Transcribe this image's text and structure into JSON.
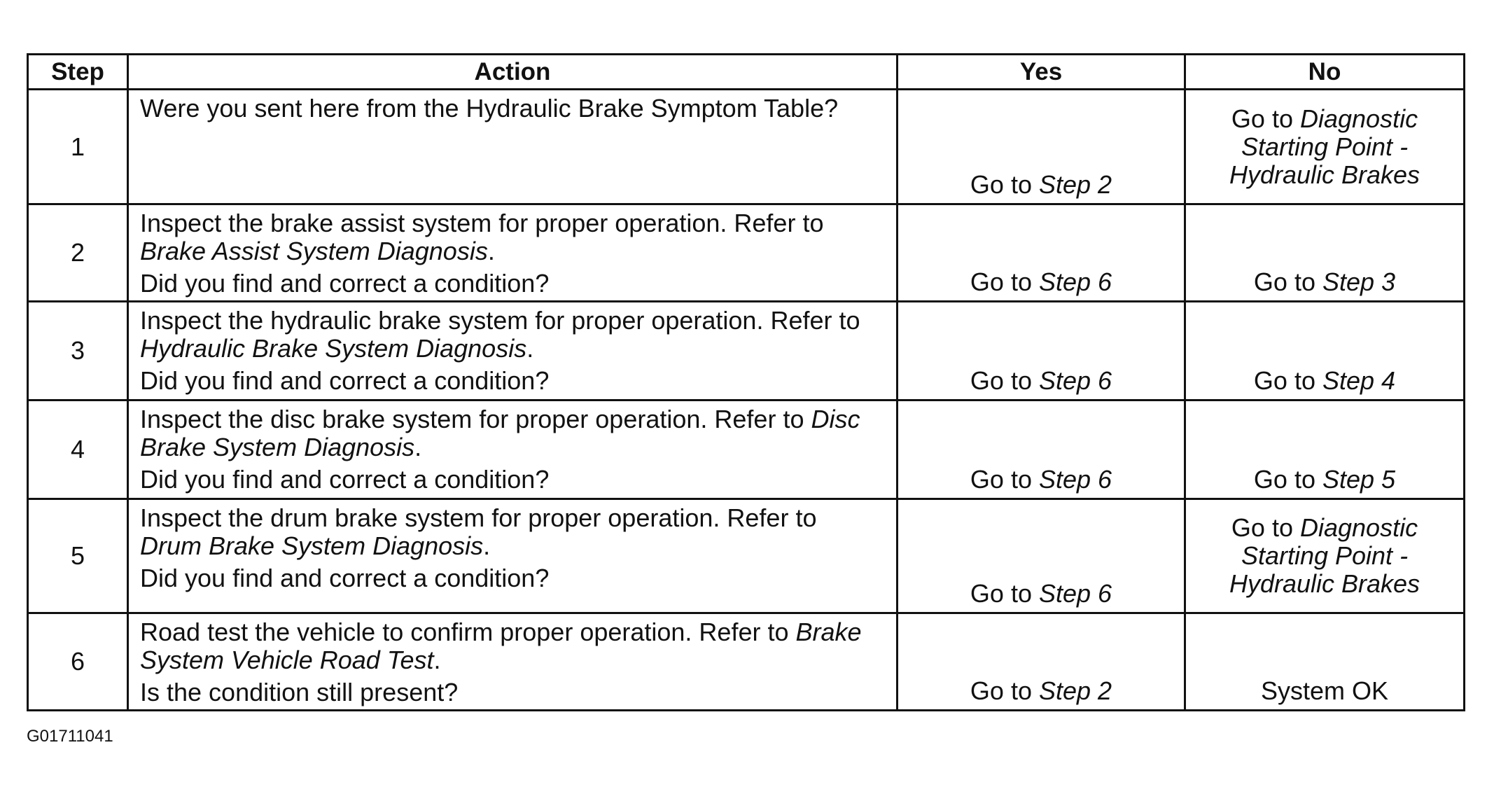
{
  "table": {
    "headers": [
      "Step",
      "Action",
      "Yes",
      "No"
    ],
    "rows": [
      {
        "step": "1",
        "action_text": "Were you sent here from the Hydraulic Brake Symptom Table?",
        "action_ref": "",
        "action_tail": "",
        "question": "",
        "yes_prefix": "Go to ",
        "yes_ref": "Step 2",
        "no_prefix": "Go to ",
        "no_ref": "Diagnostic Starting Point - Hydraulic Brakes"
      },
      {
        "step": "2",
        "action_text": "Inspect the brake assist system for proper operation. Refer to ",
        "action_ref": "Brake Assist System Diagnosis",
        "action_tail": ".",
        "question": "Did you find and correct a condition?",
        "yes_prefix": "Go to ",
        "yes_ref": "Step 6",
        "no_prefix": "Go to ",
        "no_ref": "Step 3"
      },
      {
        "step": "3",
        "action_text": "Inspect the hydraulic brake system for proper operation. Refer to ",
        "action_ref": "Hydraulic Brake System Diagnosis",
        "action_tail": ".",
        "question": "Did you find and correct a condition?",
        "yes_prefix": "Go to ",
        "yes_ref": "Step 6",
        "no_prefix": "Go to ",
        "no_ref": "Step 4"
      },
      {
        "step": "4",
        "action_text": "Inspect the disc brake system for proper operation. Refer to ",
        "action_ref": "Disc Brake System Diagnosis",
        "action_tail": ".",
        "question": "Did you find and correct a condition?",
        "yes_prefix": "Go to ",
        "yes_ref": "Step 6",
        "no_prefix": "Go to ",
        "no_ref": "Step 5"
      },
      {
        "step": "5",
        "action_text": "Inspect the drum brake system for proper operation. Refer to ",
        "action_ref": "Drum Brake System Diagnosis",
        "action_tail": ".",
        "question": "Did you find and correct a condition?",
        "yes_prefix": "Go to ",
        "yes_ref": "Step 6",
        "no_prefix": "Go to ",
        "no_ref": "Diagnostic Starting Point - Hydraulic Brakes"
      },
      {
        "step": "6",
        "action_text": "Road test the vehicle to confirm proper operation. Refer to ",
        "action_ref": "Brake System Vehicle Road Test",
        "action_tail": ".",
        "question": "Is the condition still present?",
        "yes_prefix": "Go to ",
        "yes_ref": "Step 2",
        "no_prefix": "System OK",
        "no_ref": ""
      }
    ]
  },
  "figure_id": "G01711041"
}
